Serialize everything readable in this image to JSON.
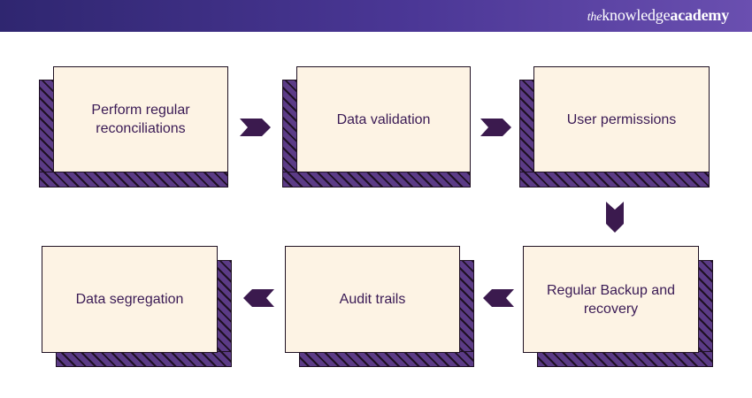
{
  "header": {
    "brand_the": "the",
    "brand_knowledge": "knowledge",
    "brand_academy": "academy"
  },
  "colors": {
    "header_gradient": [
      "#2f2670",
      "#6a4fb0"
    ],
    "box_fill": "#fdf3e4",
    "shadow_purple": "#5b3b86",
    "outline": "#1e1022",
    "text": "#3a1a55",
    "arrow": "#3b1a4e"
  },
  "steps": [
    {
      "label": "Perform regular reconciliations"
    },
    {
      "label": "Data validation"
    },
    {
      "label": "User permissions"
    },
    {
      "label": "Regular Backup and recovery"
    },
    {
      "label": "Audit trails"
    },
    {
      "label": "Data segregation"
    }
  ],
  "flow_arrows": [
    {
      "direction": "right"
    },
    {
      "direction": "right"
    },
    {
      "direction": "down"
    },
    {
      "direction": "left"
    },
    {
      "direction": "left"
    }
  ]
}
